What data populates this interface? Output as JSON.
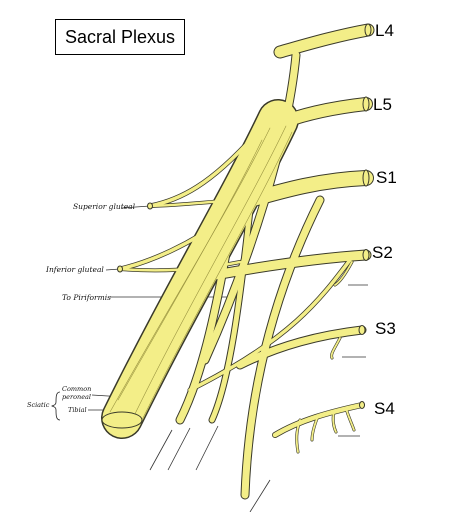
{
  "title": "Sacral Plexus",
  "roots": {
    "L4": "L4",
    "L5": "L5",
    "S1": "S1",
    "S2": "S2",
    "S3": "S3",
    "S4": "S4"
  },
  "nerve_labels": {
    "superior_gluteal": "Superior gluteal",
    "inferior_gluteal": "Inferior gluteal",
    "to_piriformis": "To Piriformis",
    "sciatic": "Sciatic",
    "common_peroneal_1": "Common",
    "common_peroneal_2": "peroneal",
    "tibial": "Tibial"
  },
  "colors": {
    "nerve_fill": "#f3ee88",
    "nerve_outline": "#3a3a2a"
  }
}
